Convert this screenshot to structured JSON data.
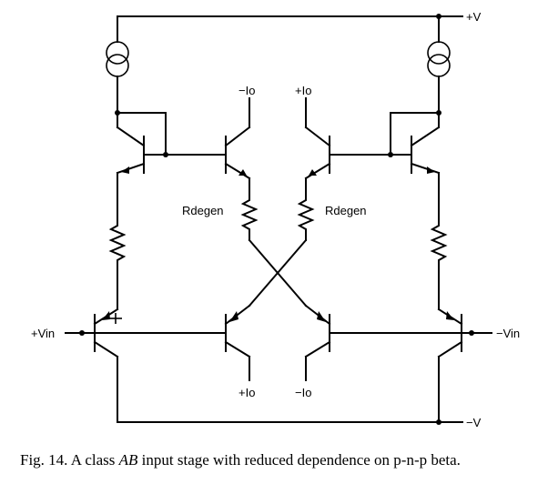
{
  "labels": {
    "supply_pos": "+V",
    "supply_neg": "−V",
    "input_pos": "+Vin",
    "input_neg": "−Vin",
    "out_top_left": "−Io",
    "out_top_right": "+Io",
    "out_bottom_left": "+Io",
    "out_bottom_right": "−Io",
    "rdegen_left": "Rdegen",
    "rdegen_right": "Rdegen"
  },
  "caption": {
    "prefix": "Fig. 14.   A class ",
    "italic": "AB",
    "suffix": " input stage with reduced dependence on p-n-p beta."
  }
}
